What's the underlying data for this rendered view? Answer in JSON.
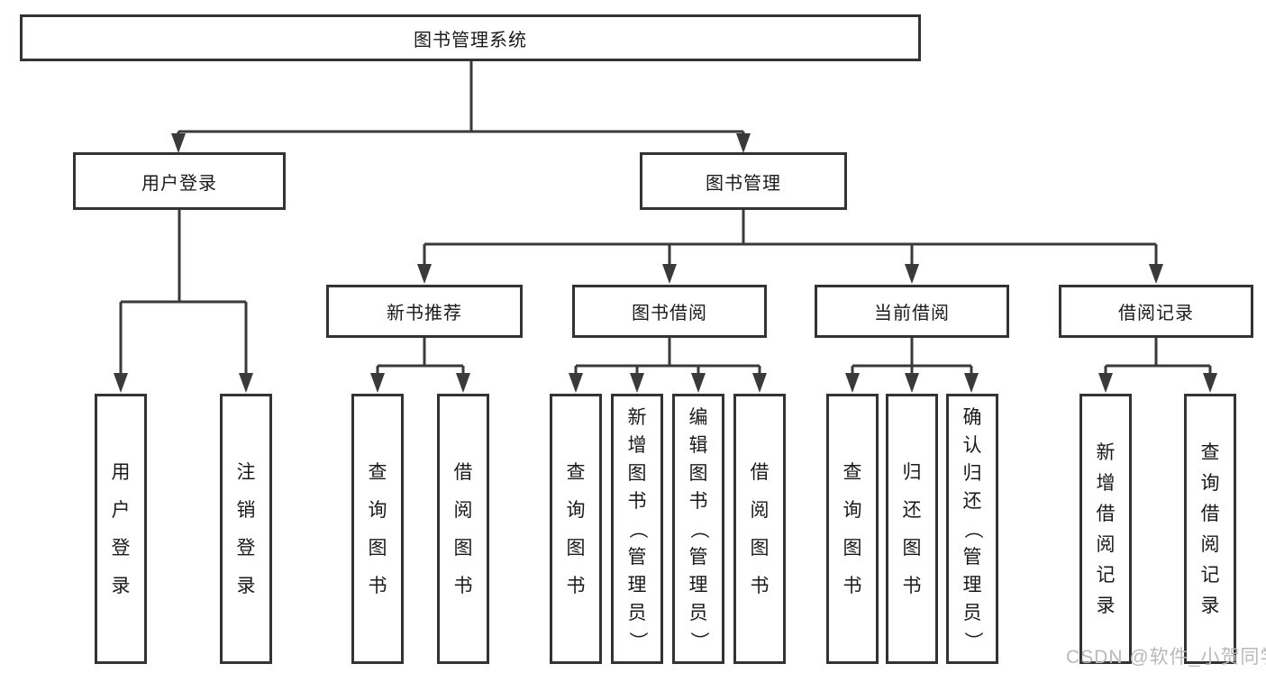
{
  "diagram": {
    "root": {
      "label": "图书管理系统"
    },
    "branches": [
      {
        "label": "用户登录",
        "children": [
          {
            "label": "用户登录"
          },
          {
            "label": "注销登录"
          }
        ]
      },
      {
        "label": "图书管理",
        "children": [
          {
            "label": "新书推荐",
            "children": [
              {
                "label": "查询图书"
              },
              {
                "label": "借阅图书"
              }
            ]
          },
          {
            "label": "图书借阅",
            "children": [
              {
                "label": "查询图书"
              },
              {
                "label": "新增图书（管理员）"
              },
              {
                "label": "编辑图书（管理员）"
              },
              {
                "label": "借阅图书"
              }
            ]
          },
          {
            "label": "当前借阅",
            "children": [
              {
                "label": "查询图书"
              },
              {
                "label": "归还图书"
              },
              {
                "label": "确认归还（管理员）"
              }
            ]
          },
          {
            "label": "借阅记录",
            "children": [
              {
                "label": "新增借阅记录"
              },
              {
                "label": "查询借阅记录"
              }
            ]
          }
        ]
      }
    ]
  },
  "watermark": "CSDN @软件_小贺同学",
  "colors": {
    "line": "#3a3a3a",
    "box_border": "#333333",
    "text": "#1a1a1a",
    "watermark": "#b9b9b9",
    "background": "#ffffff"
  }
}
